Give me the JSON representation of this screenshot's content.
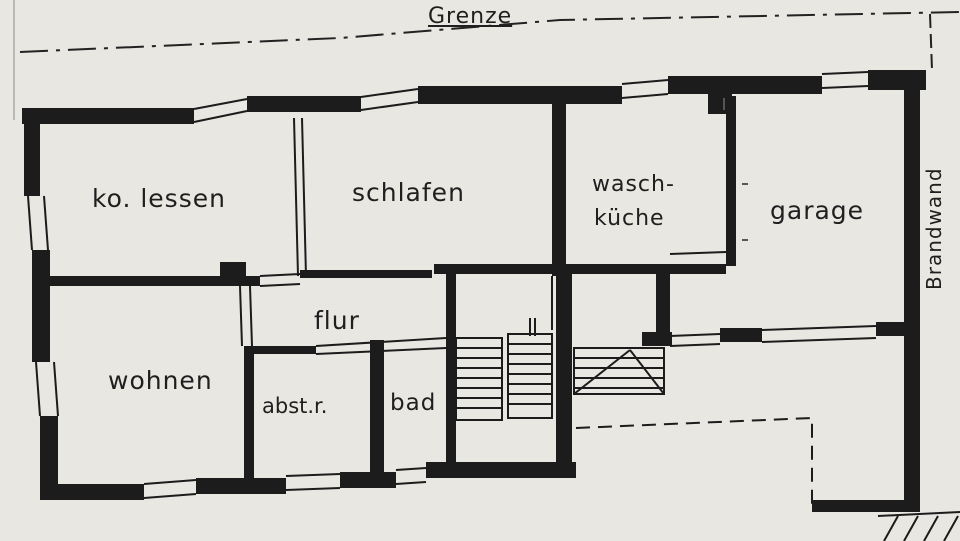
{
  "boundary_label": "Grenze",
  "firewall_label": "Brandwand",
  "rooms": {
    "kolessen": "ko. lessen",
    "schlafen": "schlafen",
    "waschkueche_1": "wasch-",
    "waschkueche_2": "küche",
    "garage": "garage",
    "flur": "flur",
    "wohnen": "wohnen",
    "abstr": "abst.r.",
    "bad": "bad"
  },
  "colors": {
    "paper": "#e9e7e1",
    "ink": "#1c1c1c"
  }
}
